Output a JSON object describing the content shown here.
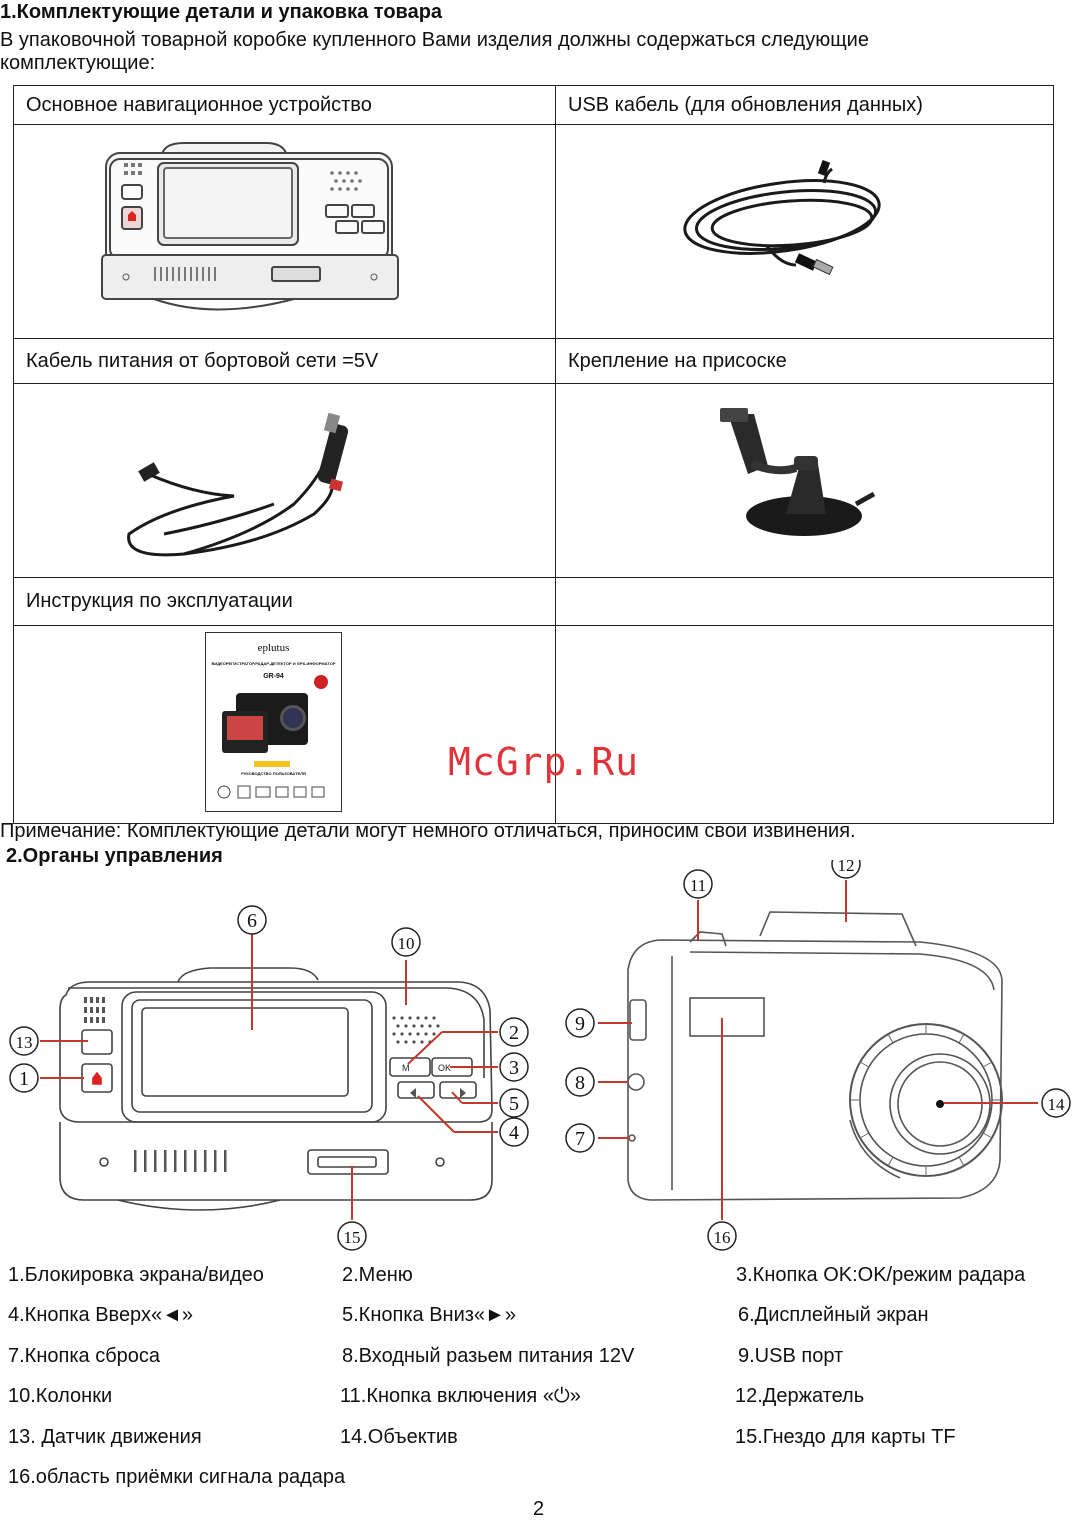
{
  "section1": {
    "title": "1.Комплектующие детали и упаковка товара",
    "intro_line1": "В упаковочной товарной коробке купленного Вами изделия должны содержаться следующие",
    "intro_line2": "комплектующие:"
  },
  "kit_table": {
    "r1c1": "Основное навигационное устройство",
    "r1c2": "USB кабель (для обновления данных)",
    "r2c1": "Кабель питания от бортовой сети =5V",
    "r2c2": "Крепление на присоске",
    "r3c1": "Инструкция по эксплуатации",
    "r3c2": ""
  },
  "manual_cover": {
    "brand": "eplutus",
    "subtitle": "ВИДЕОРЕГИСТРАТОР,РАДАР-ДЕТЕКТОР И GPS-ИНФОРМАТОР",
    "model": "GR-94",
    "guide": "РУКОВОДСТВО ПОЛЬЗОВАТЕЛЯ"
  },
  "watermark": "McGrp.Ru",
  "note": "Примечание: Комплектующие детали могут немного отличаться, приносим свои извинения.",
  "section2": {
    "title": "2.Органы управления"
  },
  "callouts": [
    "1",
    "2",
    "3",
    "4",
    "5",
    "6",
    "7",
    "8",
    "9",
    "10",
    "11",
    "12",
    "13",
    "14",
    "15",
    "16"
  ],
  "legend": {
    "i1": "1.Блокировка экрана/видео",
    "i2": "2.Меню",
    "i3": "3.Кнопка OK:OK/режим радара",
    "i4": "4.Кнопка Вверх«◄»",
    "i5": "5.Кнопка Вниз«►»",
    "i6": "6.Дисплейный экран",
    "i7": "7.Кнопка сброса",
    "i8": "8.Входный разьем питания 12V",
    "i9": "9.USB порт",
    "i10": "10.Колонки",
    "i11": "11.Кнопка включения «⏻»",
    "i12": "12.Держатель",
    "i13": "13. Датчик движения",
    "i14": "14.Объектив",
    "i15": "15.Гнездо для карты TF",
    "i16": "16.область приёмки сигнала радара"
  },
  "button_labels": {
    "menu": "M",
    "ok": "OK"
  },
  "page_number": "2"
}
